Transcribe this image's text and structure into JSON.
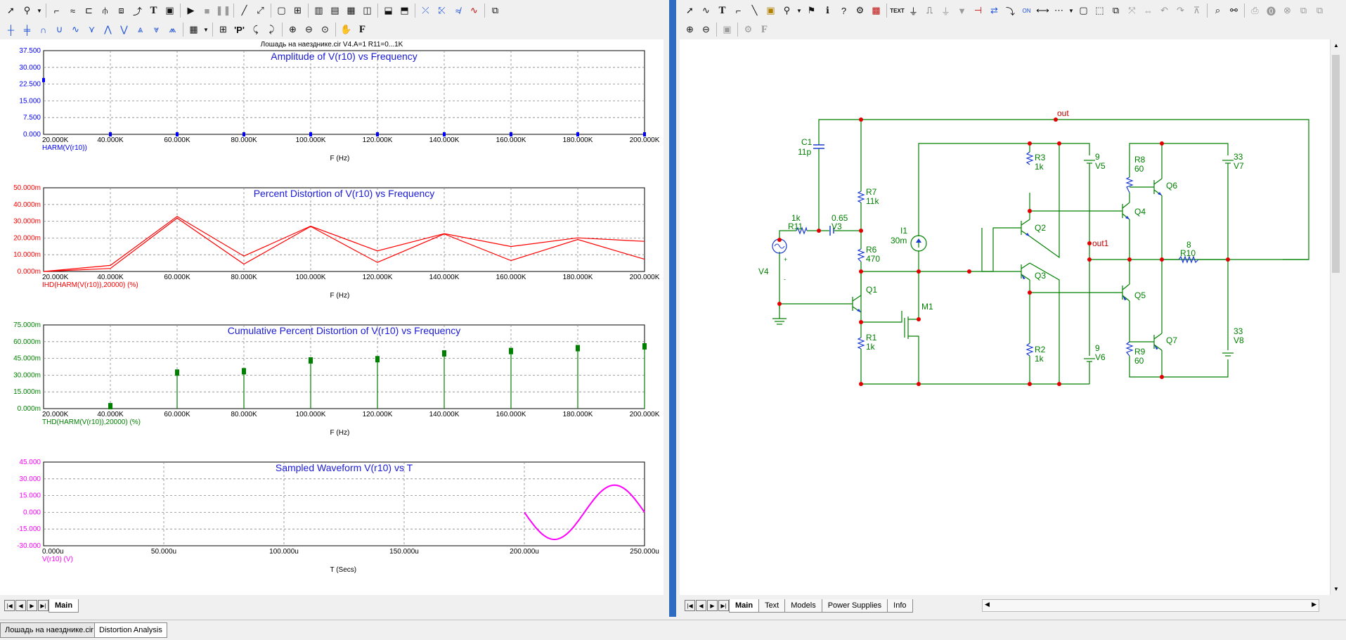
{
  "circuit_title": "Лошадь на наезднике.cir V4.A=1 R11=0...1K",
  "toolbars": {
    "left_row1": [
      "select-arrow",
      "component",
      "wire",
      "grid-format",
      "waveform",
      "scope",
      "text",
      "sheet",
      "play",
      "stop",
      "pause",
      "line",
      "diagonal",
      "box-1",
      "grid-1",
      "panel-1",
      "panel-2",
      "panel-3",
      "panel-4",
      "panel-5",
      "cursor-1",
      "cursor-2",
      "cursor-3",
      "cursor-4",
      "scale"
    ],
    "left_row2": [
      "peak",
      "valley",
      "high",
      "low",
      "inflection",
      "slope",
      "top",
      "bottom",
      "global-high",
      "global-low",
      "grid",
      "label-p",
      "scope-cursor",
      "zoom-in",
      "zoom-out",
      "zoom-fit",
      "pan",
      "font"
    ],
    "right_row1": [
      "select",
      "wire",
      "text",
      "wire-mode",
      "diagonal",
      "label",
      "component",
      "flag",
      "info",
      "help",
      "pins",
      "node",
      "text-mode",
      "node-num",
      "voltage",
      "current",
      "power",
      "cond",
      "state",
      "on-off",
      "range",
      "grid",
      "box",
      "page",
      "frame",
      "rotate",
      "undo",
      "redo",
      "find",
      "binoculars",
      "print",
      "stop",
      "close"
    ],
    "right_row2": [
      "zoom-in",
      "zoom-out",
      "page",
      "tool",
      "font"
    ]
  },
  "plots": [
    {
      "title": "Amplitude of V(r10) vs Frequency",
      "y_ticks": [
        "37.500",
        "30.000",
        "22.500",
        "15.000",
        "7.500",
        "0.000"
      ],
      "x_ticks": [
        "20.000K",
        "40.000K",
        "60.000K",
        "80.000K",
        "100.000K",
        "120.000K",
        "140.000K",
        "160.000K",
        "180.000K",
        "200.000K"
      ],
      "xlabel": "F (Hz)",
      "legend": "HARM(V(r10))",
      "color": "#0000ff"
    },
    {
      "title": "Percent Distortion of V(r10) vs Frequency",
      "y_ticks": [
        "50.000m",
        "40.000m",
        "30.000m",
        "20.000m",
        "10.000m",
        "0.000m"
      ],
      "x_ticks": [
        "20.000K",
        "40.000K",
        "60.000K",
        "80.000K",
        "100.000K",
        "120.000K",
        "140.000K",
        "160.000K",
        "180.000K",
        "200.000K"
      ],
      "xlabel": "F (Hz)",
      "legend": "IHD(HARM(V(r10)),20000) (%)",
      "color": "#ff0000"
    },
    {
      "title": "Cumulative Percent Distortion of V(r10) vs Frequency",
      "y_ticks": [
        "75.000m",
        "60.000m",
        "45.000m",
        "30.000m",
        "15.000m",
        "0.000m"
      ],
      "x_ticks": [
        "20.000K",
        "40.000K",
        "60.000K",
        "80.000K",
        "100.000K",
        "120.000K",
        "140.000K",
        "160.000K",
        "180.000K",
        "200.000K"
      ],
      "xlabel": "F (Hz)",
      "legend": "THD(HARM(V(r10)),20000) (%)",
      "color": "#008000"
    },
    {
      "title": "Sampled Waveform  V(r10) vs T",
      "y_ticks": [
        "45.000",
        "30.000",
        "15.000",
        "0.000",
        "-15.000",
        "-30.000"
      ],
      "x_ticks": [
        "0.000u",
        "50.000u",
        "100.000u",
        "150.000u",
        "200.000u",
        "250.000u"
      ],
      "xlabel": "T (Secs)",
      "legend": "V(r10) (V)",
      "color": "#ff00ff"
    }
  ],
  "chart_data": [
    {
      "type": "scatter",
      "title": "Amplitude of V(r10) vs Frequency",
      "xlabel": "F (Hz)",
      "x": [
        20000,
        40000,
        60000,
        80000,
        100000,
        120000,
        140000,
        160000,
        180000,
        200000
      ],
      "series": [
        {
          "name": "HARM(V(r10))",
          "values": [
            24.3,
            0,
            0,
            0,
            0,
            0,
            0,
            0,
            0,
            0
          ]
        }
      ],
      "xlim": [
        20000,
        200000
      ],
      "ylim": [
        0,
        37.5
      ],
      "grid": true
    },
    {
      "type": "line",
      "title": "Percent Distortion of V(r10) vs Frequency",
      "xlabel": "F (Hz)",
      "x": [
        20000,
        40000,
        60000,
        80000,
        100000,
        120000,
        140000,
        160000,
        180000,
        200000
      ],
      "series": [
        {
          "name": "IHD(HARM(V(r10)),20000) (%)",
          "values": [
            0.0,
            3.6,
            32.9,
            9.2,
            27.1,
            12.3,
            22.6,
            14.9,
            20.1,
            18.0
          ]
        },
        {
          "values": [
            0.0,
            1.8,
            31.9,
            4.4,
            26.9,
            5.4,
            22.4,
            6.5,
            19.1,
            7.3
          ]
        }
      ],
      "xlim": [
        20000,
        200000
      ],
      "ylim": [
        0,
        50
      ],
      "grid": true
    },
    {
      "type": "bar",
      "title": "Cumulative Percent Distortion of V(r10) vs Frequency",
      "xlabel": "F (Hz)",
      "x": [
        40000,
        60000,
        80000,
        100000,
        120000,
        140000,
        160000,
        180000,
        200000
      ],
      "series": [
        {
          "name": "THD(HARM(V(r10)),20000) (%)",
          "values": [
            2.5,
            32.6,
            33.8,
            43.5,
            44.6,
            49.8,
            51.9,
            54.5,
            56.1
          ]
        }
      ],
      "xlim": [
        20000,
        200000
      ],
      "ylim": [
        0,
        75
      ],
      "grid": true
    },
    {
      "type": "line",
      "title": "Sampled Waveform  V(r10) vs T",
      "xlabel": "T (Secs)",
      "series": [
        {
          "name": "V(r10) (V)",
          "amplitude": 24.3,
          "t_start": 200,
          "t_end": 250,
          "unit": "u"
        }
      ],
      "xlim": [
        0,
        250
      ],
      "ylim": [
        -30,
        45
      ],
      "grid": true
    }
  ],
  "left_tabs": [
    "Main"
  ],
  "right_tabs": [
    "Main",
    "Text",
    "Models",
    "Power Supplies",
    "Info"
  ],
  "doc_tabs": [
    "Лошадь на наезднике.cir",
    "Distortion Analysis"
  ],
  "schematic": {
    "labels": {
      "C1": "C1",
      "C1v": "11p",
      "R11": "R11",
      "R11v": "1k",
      "V3": "V3",
      "V3v": "0.65",
      "R7": "R7",
      "R7v": "11k",
      "R6": "R6",
      "R6v": "470",
      "R1": "R1",
      "R1v": "1k",
      "V4": "V4",
      "Q1": "Q1",
      "M1": "M1",
      "I1": "I1",
      "I1v": "30m",
      "R3": "R3",
      "R3v": "1k",
      "Q2": "Q2",
      "Q3": "Q3",
      "R2": "R2",
      "R2v": "1k",
      "V5": "V5",
      "V5v": "9",
      "V6": "V6",
      "V6v": "9",
      "R8": "R8",
      "R8v": "60",
      "Q4": "Q4",
      "Q5": "Q5",
      "Q6": "Q6",
      "Q7": "Q7",
      "R9": "R9",
      "R9v": "60",
      "R10": "R10",
      "R10v": "8",
      "V7": "V7",
      "V7v": "33",
      "V8": "V8",
      "V8v": "33",
      "out": "out",
      "out1": "out1",
      "plus": "+",
      "minus": "-"
    }
  }
}
